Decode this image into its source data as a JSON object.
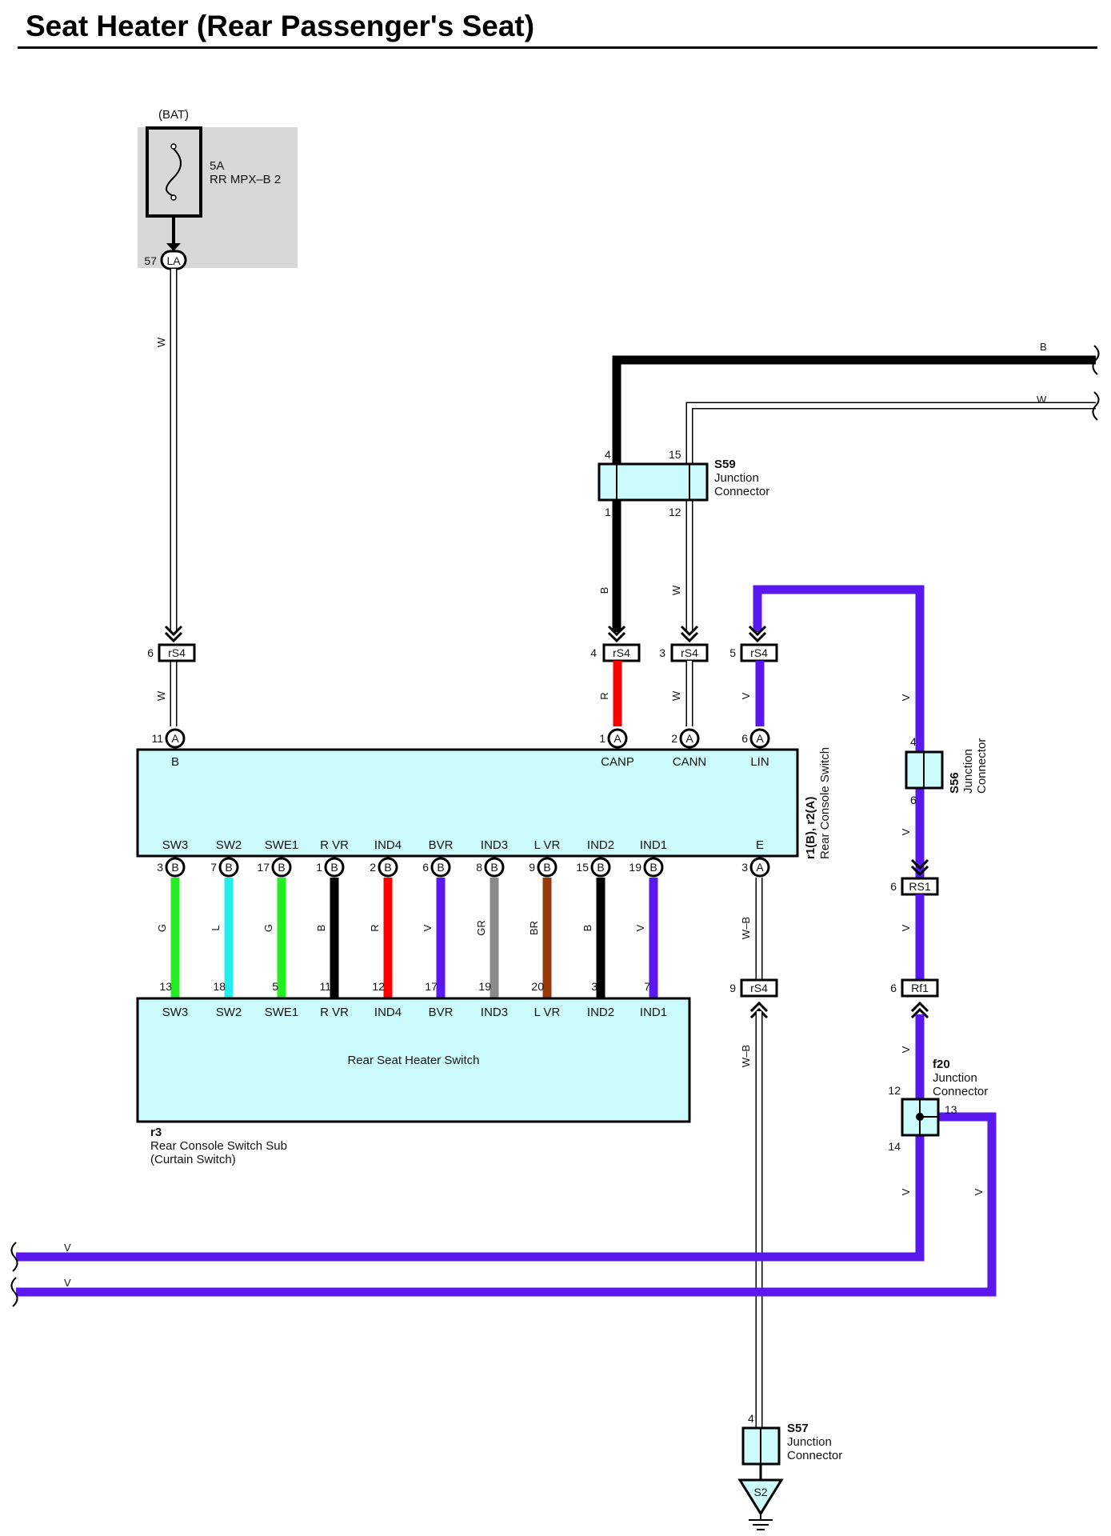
{
  "title": "Seat Heater (Rear Passenger's Seat)",
  "colors": {
    "B": "#000000",
    "W": "#ffffff",
    "R": "#ff0000",
    "V": "#5a17ee",
    "G": "#22ee22",
    "L": "#22eeee",
    "GR": "#8a8a8a",
    "BR": "#9a3a0a",
    "WB": "#ffffff",
    "box_fill": "#ccfbfb",
    "fuse_area": "#d8d8d8"
  },
  "fuse": {
    "source": "(BAT)",
    "rating": "5A",
    "name": "RR MPX–B 2",
    "pin": "57",
    "connector": "LA"
  },
  "s59": {
    "id": "S59",
    "line1": "Junction",
    "line2": "Connector",
    "pin_in_b": "4",
    "pin_in_w": "15",
    "pin_out_b": "1",
    "pin_out_w": "12"
  },
  "right_wires": {
    "b": "B",
    "w": "W"
  },
  "rs4_top": [
    {
      "pin": "6",
      "name": "rS4"
    },
    {
      "pin": "4",
      "name": "rS4"
    },
    {
      "pin": "3",
      "name": "rS4"
    },
    {
      "pin": "5",
      "name": "rS4"
    }
  ],
  "rs4_bottom": {
    "pin": "9",
    "name": "rS4"
  },
  "wire_labels": {
    "w_fuse": "W",
    "w_fuse_low": "W",
    "b_s59": "B",
    "w_s59": "W",
    "r_canp": "R",
    "w_cann": "W",
    "v_lin": "V",
    "wb_upper": "W–B",
    "wb_lower": "W–B",
    "v_right1": "V",
    "v_right2": "V",
    "v_right3": "V",
    "v_right4": "V",
    "v_right5": "V",
    "v_bottom1": "V",
    "v_bottom2": "V"
  },
  "switch": {
    "name_line1": "r1(B), r2(A)",
    "name_line2": "Rear Console Switch",
    "top_pins": [
      {
        "num": "11",
        "conn": "A",
        "name": "B"
      },
      {
        "num": "1",
        "conn": "A",
        "name": "CANP"
      },
      {
        "num": "2",
        "conn": "A",
        "name": "CANN"
      },
      {
        "num": "6",
        "conn": "A",
        "name": "LIN"
      }
    ],
    "bottom_pins": [
      {
        "num": "3",
        "conn": "B",
        "name": "SW3"
      },
      {
        "num": "7",
        "conn": "B",
        "name": "SW2"
      },
      {
        "num": "17",
        "conn": "B",
        "name": "SWE1"
      },
      {
        "num": "1",
        "conn": "B",
        "name": "R VR"
      },
      {
        "num": "2",
        "conn": "B",
        "name": "IND4"
      },
      {
        "num": "6",
        "conn": "B",
        "name": "BVR"
      },
      {
        "num": "8",
        "conn": "B",
        "name": "IND3"
      },
      {
        "num": "9",
        "conn": "B",
        "name": "L VR"
      },
      {
        "num": "15",
        "conn": "B",
        "name": "IND2"
      },
      {
        "num": "19",
        "conn": "B",
        "name": "IND1"
      },
      {
        "num": "3",
        "conn": "A",
        "name": "E"
      }
    ]
  },
  "harness": [
    {
      "color": "G",
      "pin": "13"
    },
    {
      "color": "L",
      "pin": "18"
    },
    {
      "color": "G",
      "pin": "5"
    },
    {
      "color": "B",
      "pin": "11"
    },
    {
      "color": "R",
      "pin": "12"
    },
    {
      "color": "V",
      "pin": "17"
    },
    {
      "color": "GR",
      "pin": "19"
    },
    {
      "color": "BR",
      "pin": "20"
    },
    {
      "color": "B",
      "pin": "3"
    },
    {
      "color": "V",
      "pin": "7"
    }
  ],
  "heater_switch": {
    "label": "Rear Seat Heater Switch",
    "pins": [
      "SW3",
      "SW2",
      "SWE1",
      "R VR",
      "IND4",
      "BVR",
      "IND3",
      "L VR",
      "IND2",
      "IND1"
    ],
    "id": "r3",
    "line1": "Rear Console Switch Sub",
    "line2": "(Curtain Switch)"
  },
  "s56": {
    "id": "S56",
    "line1": "Junction",
    "line2": "Connector",
    "pin_top": "4",
    "pin_bottom": "6"
  },
  "rs1": {
    "pin": "6",
    "name": "RS1"
  },
  "rf1": {
    "pin": "6",
    "name": "Rf1"
  },
  "f20": {
    "id": "f20",
    "line1": "Junction",
    "line2": "Connector",
    "pin_in": "12",
    "pin_out": "14",
    "pin_side": "13"
  },
  "s57": {
    "id": "S57",
    "line1": "Junction",
    "line2": "Connector",
    "pin": "4"
  },
  "ground": {
    "name": "S2"
  }
}
